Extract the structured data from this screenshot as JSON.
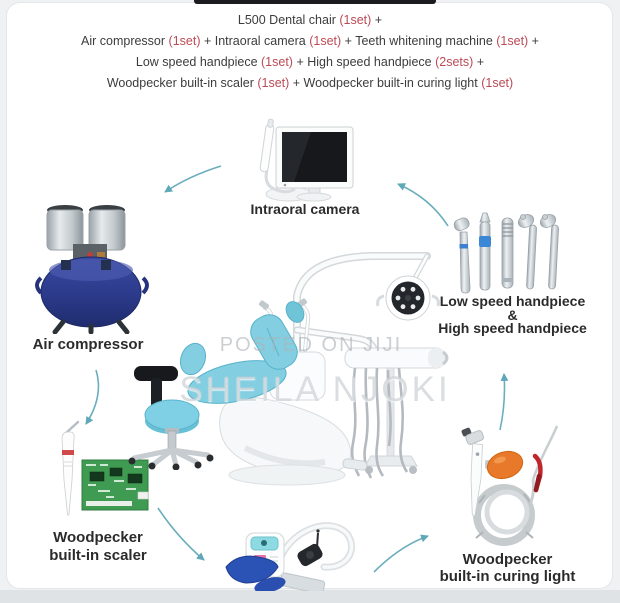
{
  "header": {
    "lines": [
      {
        "segs": [
          {
            "t": "L500 Dental chair "
          },
          {
            "t": "(1set)"
          },
          {
            "t": " +"
          }
        ]
      },
      {
        "segs": [
          {
            "t": "Air compressor "
          },
          {
            "t": "(1set)"
          },
          {
            "t": " + Intraoral camera "
          },
          {
            "t": "(1set)"
          },
          {
            "t": " + Teeth whitening machine "
          },
          {
            "t": "(1set)"
          },
          {
            "t": " +"
          }
        ]
      },
      {
        "segs": [
          {
            "t": "Low speed handpiece "
          },
          {
            "t": "(1set)"
          },
          {
            "t": " + High speed handpiece "
          },
          {
            "t": "(2sets)"
          },
          {
            "t": " +"
          }
        ]
      },
      {
        "segs": [
          {
            "t": "Woodpecker built-in scaler "
          },
          {
            "t": "(1set)"
          },
          {
            "t": " + Woodpecker built-in curing light "
          },
          {
            "t": "(1set)"
          }
        ]
      }
    ]
  },
  "products": {
    "intraoral_camera": {
      "label": "Intraoral camera"
    },
    "air_compressor": {
      "label": "Air compressor"
    },
    "handpieces": {
      "label_line1": "Low speed handpiece",
      "label_amp": "&",
      "label_line2": "High speed handpiece"
    },
    "scaler": {
      "label_line1": "Woodpecker",
      "label_line2": "built-in scaler"
    },
    "curing_light": {
      "label_line1": "Woodpecker",
      "label_line2": "built-in curing light"
    }
  },
  "watermark": {
    "line1": "POSTED ON JIJI",
    "line2": "SHEILA NJOKI"
  },
  "colors": {
    "accent_red": "#bb4a55",
    "arrow_teal": "#6aaebd",
    "chair_blue": "#83cfe1",
    "tank_navy": "#2b3a8a",
    "pcb_green": "#3f9b52",
    "shield_orange": "#e8792a",
    "curing_red": "#c0272d",
    "wing_blue": "#2b52b5"
  }
}
